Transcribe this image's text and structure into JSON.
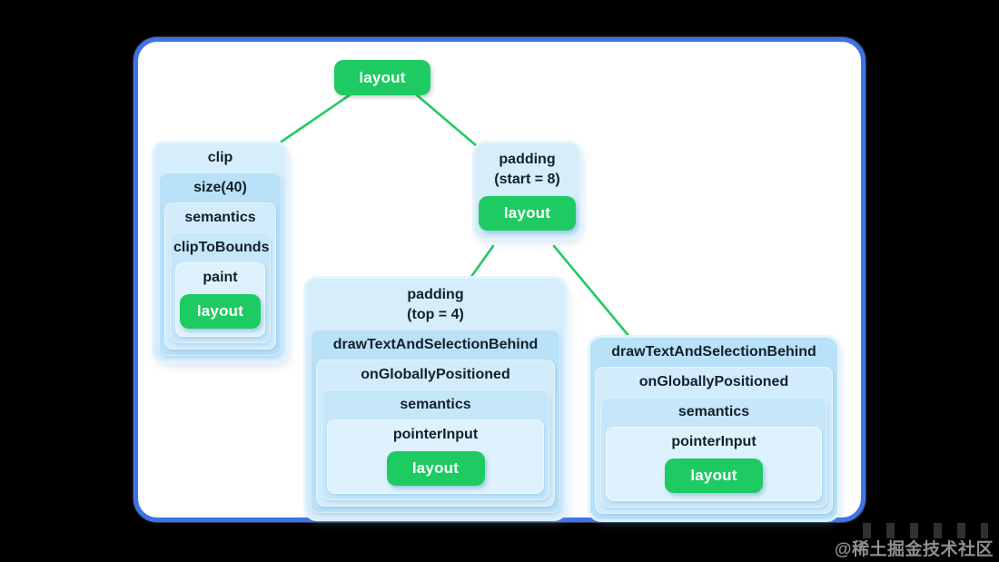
{
  "page_background": "#000000",
  "frame": {
    "border_color": "#3e73e6",
    "background": "#ffffff"
  },
  "accent": {
    "action_green": "#1ecb63",
    "edge_green": "#21ca65",
    "node_blue_light": "#d6eefc",
    "node_blue_medium": "#b9e1f8",
    "text_color": "#13202d"
  },
  "tree": {
    "root": {
      "button": "layout"
    },
    "clip": {
      "title": "clip",
      "levels": [
        "size(40)",
        "semantics",
        "clipToBounds",
        "paint"
      ],
      "button": "layout"
    },
    "padding_start": {
      "title_line1": "padding",
      "title_line2": "(start = 8)",
      "button": "layout"
    },
    "padding_top": {
      "title_line1": "padding",
      "title_line2": "(top = 4)",
      "levels": [
        "drawTextAndSelectionBehind",
        "onGloballyPositioned",
        "semantics",
        "pointerInput"
      ],
      "button": "layout"
    },
    "draw_text": {
      "title": "drawTextAndSelectionBehind",
      "levels": [
        "onGloballyPositioned",
        "semantics",
        "pointerInput"
      ],
      "button": "layout"
    }
  },
  "watermark": "@稀土掘金技术社区"
}
